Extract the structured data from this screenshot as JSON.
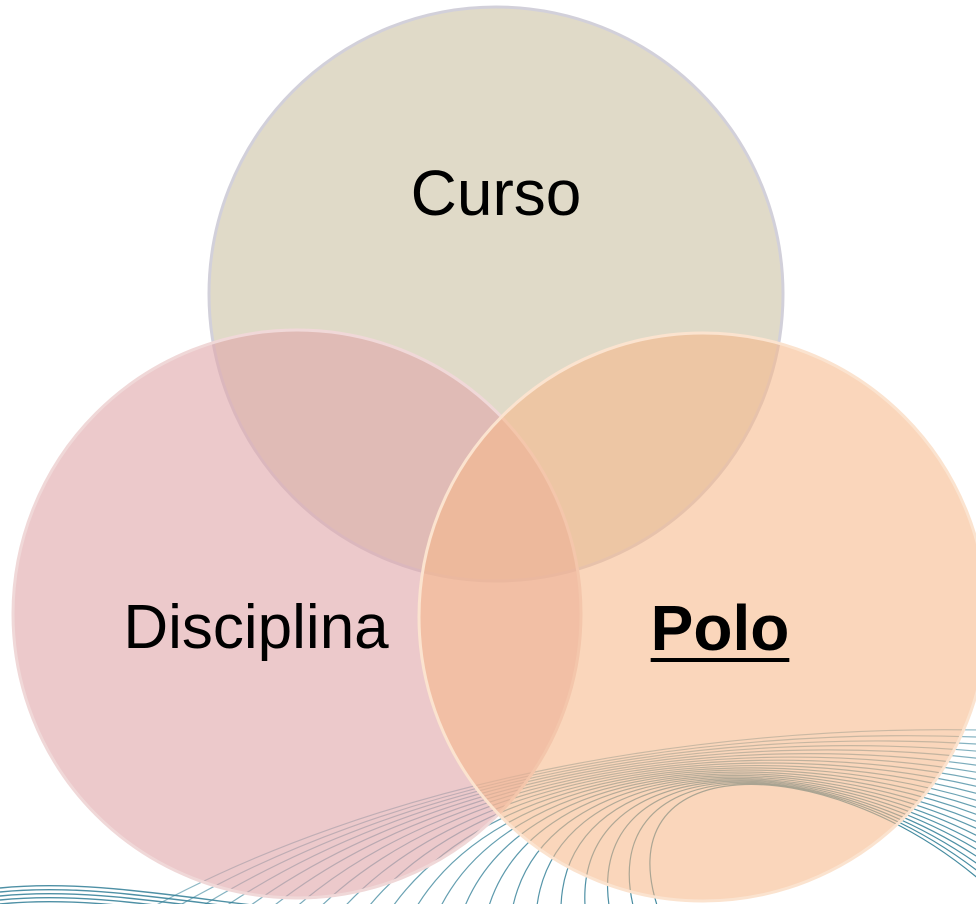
{
  "diagram": {
    "type": "venn",
    "sets": [
      {
        "id": "curso",
        "label": "Curso",
        "color": "#ddd6c4",
        "emphasis": "none"
      },
      {
        "id": "disciplina",
        "label": "Disciplina",
        "color": "#e8bfc1",
        "emphasis": "none"
      },
      {
        "id": "polo",
        "label": "Polo",
        "color": "#f8cfae",
        "emphasis": "bold-underline"
      }
    ],
    "background": {
      "decoration": "wave-lines",
      "line_color": "#2f7d95"
    }
  }
}
